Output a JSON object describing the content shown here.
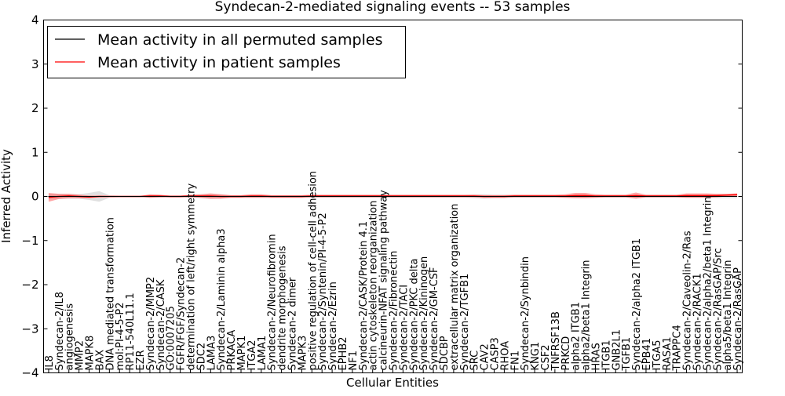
{
  "chart_data": {
    "type": "line",
    "title": "Syndecan-2-mediated signaling events -- 53 samples",
    "xlabel": "Cellular Entities",
    "ylabel": "Inferred Activity",
    "ylim": [
      -4,
      4
    ],
    "yticks": [
      "−4",
      "−3",
      "−2",
      "−1",
      "0",
      "1",
      "2",
      "3",
      "4"
    ],
    "grid": false,
    "legend_placement": "top-left",
    "categories": [
      "IL8",
      "Syndecan-2/IL8",
      "angiogenesis",
      "MMP2",
      "MAPK8",
      "BAX",
      "DNA mediated transformation",
      "mol:PI-4-5-P2",
      "RP11-540L11.1",
      "EZR",
      "Syndecan-2/MMP2",
      "Syndecan-2/CASK",
      "GO:0007205",
      "FGFR/FGF/Syndecan-2",
      "determination of left/right symmetry",
      "SDC2",
      "LAMA3",
      "Syndecan-2/Laminin alpha3",
      "PRKACA",
      "MAPK1",
      "ITGA2",
      "LAMA1",
      "Syndecan-2/Neurofibromin",
      "dendrite morphogenesis",
      "Syndecan-2 dimer",
      "MAPK3",
      "positive regulation of cell-cell adhesion",
      "Syndecan-2/Syntenin/PI-4-5-P2",
      "Syndecan-2/Ezrin",
      "EPHB2",
      "NF1",
      "Syndecan-2/CASK/Protein 4.1",
      "actin cytoskeleton reorganization",
      "calcineurin-NFAT signaling pathway",
      "Syndecan-2/Fibronectin",
      "Syndecan-2/TACI",
      "Syndecan-2/PKC delta",
      "Syndecan-2/Kininogen",
      "Syndecan-2/GM-CSF",
      "SDCBP",
      "extracellular matrix organization",
      "Syndecan-2/TGFB1",
      "SRC",
      "CAV2",
      "CASP3",
      "RHOA",
      "FN1",
      "Syndecan-2/Synbindin",
      "KNG1",
      "CSF2",
      "TNFRSF13B",
      "PRKCD",
      "alpha2 ITGB1",
      "alpha2/beta1 Integrin",
      "HRAS",
      "ITGB1",
      "GNB2L1",
      "TGFB1",
      "Syndecan-2/alpha2 ITGB1",
      "EPB41",
      "ITGA5",
      "RASA1",
      "TRAPPC4",
      "Syndecan-2/Caveolin-2/Ras",
      "Syndecan-2/RACK1",
      "Syndecan-2/alpha2/beta1 Integrin",
      "Syndecan-2/RasGAP/Src",
      "alpha5/beta1 Integrin",
      "Syndecan-2/RasGAP"
    ],
    "series": [
      {
        "name": "Mean activity in all permuted samples",
        "color": "#000000",
        "values": [
          0.0,
          0.0,
          0.0,
          0.0,
          0.0,
          0.0,
          0.0,
          0.0,
          0.0,
          0.0,
          0.0,
          0.0,
          0.0,
          0.0,
          0.0,
          0.0,
          0.0,
          0.0,
          0.0,
          0.0,
          0.0,
          0.0,
          0.0,
          0.0,
          0.0,
          0.0,
          0.0,
          0.0,
          0.0,
          0.0,
          0.0,
          0.0,
          0.0,
          0.0,
          0.0,
          0.0,
          0.0,
          0.0,
          0.0,
          0.0,
          0.0,
          0.0,
          0.0,
          0.0,
          0.0,
          0.0,
          0.0,
          0.0,
          0.0,
          0.0,
          0.0,
          0.0,
          0.0,
          0.0,
          0.0,
          0.0,
          0.0,
          0.0,
          0.0,
          0.0,
          0.0,
          0.0,
          0.0,
          0.0,
          0.0,
          0.0,
          0.0,
          0.0,
          0.0
        ],
        "spread": [
          0.05,
          0.05,
          0.05,
          0.05,
          0.08,
          0.12,
          0.03,
          0.02,
          0.02,
          0.02,
          0.03,
          0.03,
          0.02,
          0.02,
          0.03,
          0.04,
          0.05,
          0.04,
          0.03,
          0.03,
          0.03,
          0.03,
          0.03,
          0.03,
          0.03,
          0.03,
          0.03,
          0.03,
          0.03,
          0.03,
          0.03,
          0.03,
          0.03,
          0.03,
          0.03,
          0.03,
          0.03,
          0.03,
          0.03,
          0.03,
          0.03,
          0.03,
          0.04,
          0.05,
          0.04,
          0.04,
          0.03,
          0.03,
          0.03,
          0.03,
          0.03,
          0.03,
          0.03,
          0.03,
          0.03,
          0.03,
          0.03,
          0.03,
          0.03,
          0.03,
          0.03,
          0.03,
          0.03,
          0.03,
          0.03,
          0.03,
          0.04,
          0.04,
          0.04
        ],
        "spread_color": "#cccccc"
      },
      {
        "name": "Mean activity in patient samples",
        "color": "#ff0000",
        "values": [
          -0.02,
          0.0,
          0.01,
          0.0,
          -0.01,
          0.0,
          0.0,
          0.0,
          0.0,
          0.0,
          0.01,
          0.01,
          0.0,
          0.0,
          0.01,
          0.01,
          0.01,
          0.0,
          0.0,
          0.0,
          0.01,
          0.01,
          0.0,
          0.0,
          0.0,
          0.0,
          0.01,
          0.01,
          0.01,
          0.01,
          0.01,
          0.01,
          0.01,
          0.01,
          0.01,
          0.01,
          0.01,
          0.01,
          0.01,
          0.01,
          0.01,
          0.01,
          0.01,
          0.0,
          0.0,
          0.0,
          0.01,
          0.01,
          0.01,
          0.01,
          0.01,
          0.01,
          0.02,
          0.02,
          0.01,
          0.01,
          0.01,
          0.01,
          0.02,
          0.01,
          0.01,
          0.01,
          0.01,
          0.02,
          0.02,
          0.02,
          0.02,
          0.03,
          0.04
        ],
        "spread": [
          0.1,
          0.06,
          0.05,
          0.04,
          0.03,
          0.02,
          0.01,
          0.01,
          0.01,
          0.01,
          0.04,
          0.03,
          0.02,
          0.02,
          0.03,
          0.04,
          0.06,
          0.05,
          0.03,
          0.03,
          0.04,
          0.04,
          0.03,
          0.03,
          0.03,
          0.03,
          0.03,
          0.03,
          0.03,
          0.03,
          0.03,
          0.03,
          0.03,
          0.03,
          0.03,
          0.03,
          0.03,
          0.03,
          0.03,
          0.03,
          0.03,
          0.03,
          0.03,
          0.03,
          0.03,
          0.03,
          0.03,
          0.03,
          0.03,
          0.03,
          0.03,
          0.04,
          0.06,
          0.06,
          0.04,
          0.03,
          0.03,
          0.03,
          0.07,
          0.03,
          0.03,
          0.03,
          0.03,
          0.05,
          0.05,
          0.05,
          0.04,
          0.03,
          0.03
        ],
        "spread_color": "#ff0000"
      }
    ]
  }
}
